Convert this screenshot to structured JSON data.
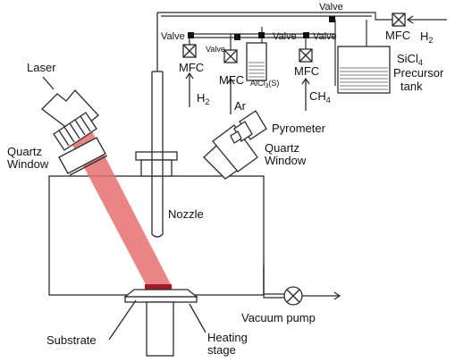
{
  "labels": {
    "laser": "Laser",
    "quartz_window_left": [
      "Quartz",
      "Window"
    ],
    "quartz_window_right": [
      "Quartz",
      "Window"
    ],
    "nozzle": "Nozzle",
    "pyrometer": "Pyrometer",
    "substrate": "Substrate",
    "heating_stage": [
      "Heating",
      "stage"
    ],
    "vacuum_pump": "Vacuum pump",
    "valve_1": "Valve",
    "valve_2": "Valve",
    "valve_3": "Valve",
    "valve_4": "Valve",
    "valve_5": "Valve",
    "valve_top": "Valve",
    "mfc_h2": "MFC",
    "mfc_ar": "MFC",
    "mfc_ch4": "MFC",
    "mfc_right": "MFC",
    "gas_h2_left": "H",
    "gas_h2_left_sub": "2",
    "gas_ar": "Ar",
    "gas_ch4": "CH",
    "gas_ch4_sub": "4",
    "gas_h2_right": "H",
    "gas_h2_right_sub": "2",
    "alcl3": "AlCl",
    "alcl3_sub": "3",
    "alcl3_suffix": "(S)",
    "precursor_tank": [
      "SiCl",
      "Precursor",
      "tank"
    ],
    "precursor_tank_sub": "4"
  },
  "colors": {
    "laser_beam": "#e87070",
    "laser_spot": "#a01c2c",
    "line": "#2b2b2b"
  }
}
